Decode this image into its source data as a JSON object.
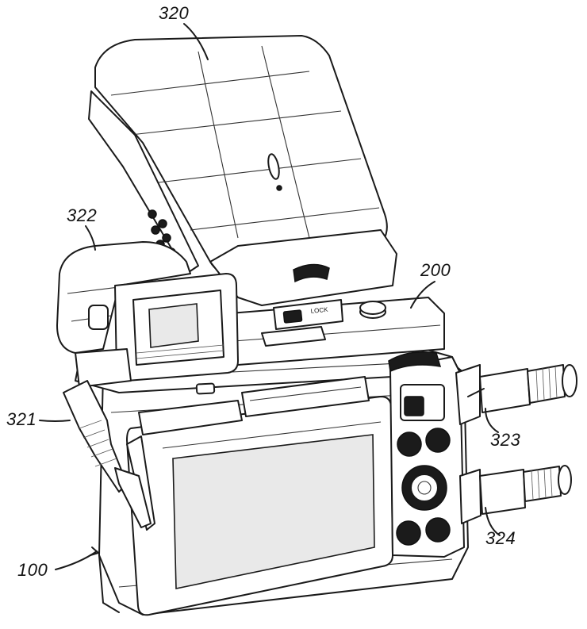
{
  "figure": {
    "labels": {
      "flash_unit": "320",
      "viewfinder": "322",
      "accessory_shoe": "200",
      "cable_clip": "321",
      "upper_cable": "323",
      "lower_cable": "324",
      "camera_body": "100"
    },
    "lock_switch_text": "LOCK",
    "line_color": "#1a1a1a",
    "background": "#ffffff"
  }
}
